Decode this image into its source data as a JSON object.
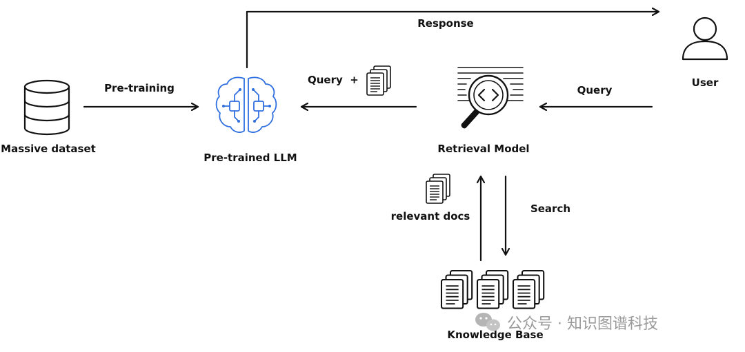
{
  "labels": {
    "dataset": "Massive dataset",
    "llm": "Pre-trained LLM",
    "retrieval": "Retrieval Model",
    "user": "User",
    "knowledge_base": "Knowledge Base",
    "pretraining": "Pre-training",
    "query_plus": "Query  +",
    "query": "Query",
    "response": "Response",
    "relevant_docs": "relevant docs",
    "search": "Search"
  },
  "watermark": "公众号 · 知识图谱科技",
  "colors": {
    "ink": "#111111",
    "brain": "#2f6fe0",
    "watermark": "#9a9a9a"
  },
  "icons": [
    "database-icon",
    "brain-icon",
    "document-stack-icon",
    "retrieval-magnifier-icon",
    "user-icon",
    "wechat-icon"
  ]
}
